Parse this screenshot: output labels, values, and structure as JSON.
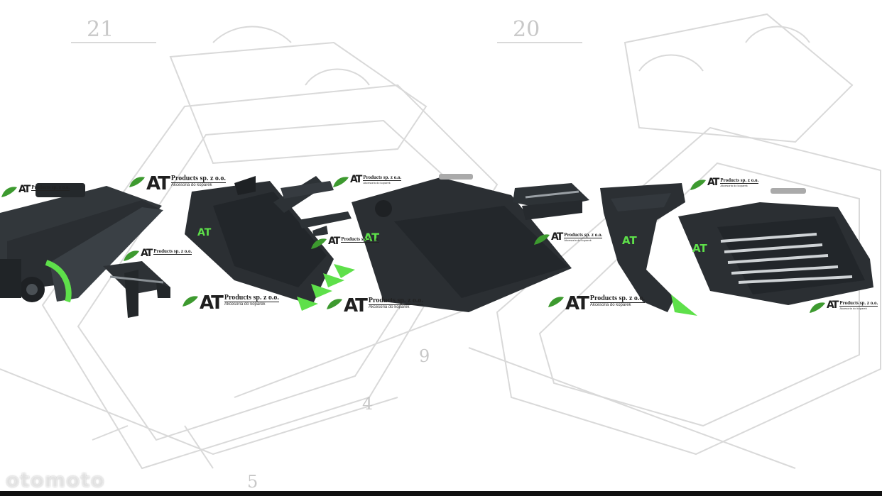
{
  "background": {
    "reference_numbers": [
      "21",
      "20",
      "9",
      "4",
      "5"
    ]
  },
  "brand": {
    "mark": "AT",
    "company": "Products sp. z o.o.",
    "tagline": "Akcesoria do koparek",
    "accent_color": "#5ee04a",
    "product_color": "#2b2f33"
  },
  "products": [
    "tilt-bucket-rotator",
    "quick-coupler-frame",
    "digging-bucket-with-teeth",
    "adapter-plates",
    "ditch-cleaning-bucket",
    "adapter-frame",
    "ripper",
    "riddle-bucket"
  ],
  "watermark": "otomoto"
}
